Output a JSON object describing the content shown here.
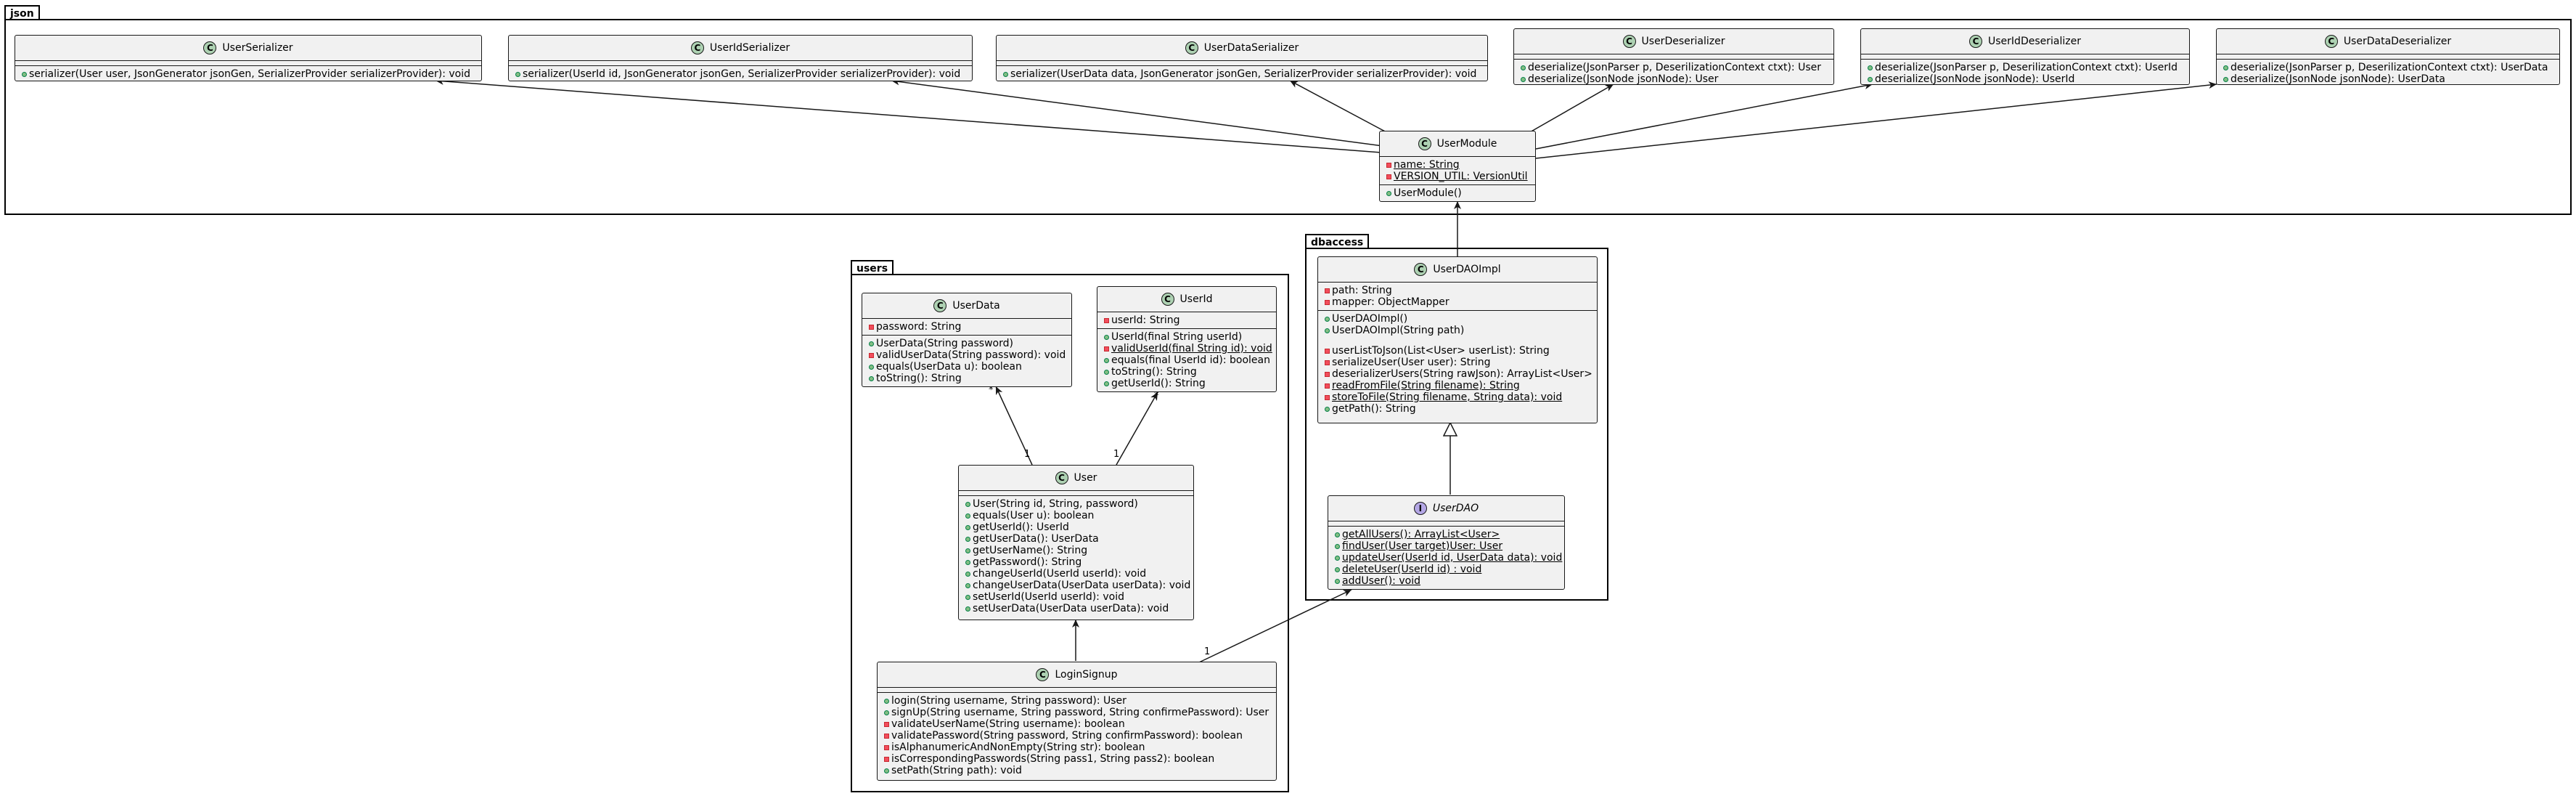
{
  "packages": {
    "json": "json",
    "users": "users",
    "dbaccess": "dbaccess"
  },
  "classes": {
    "user_serializer": {
      "name": "UserSerializer",
      "methods": [
        "serializer(User user, JsonGenerator jsonGen, SerializerProvider serializerProvider): void"
      ]
    },
    "userid_serializer": {
      "name": "UserIdSerializer",
      "methods": [
        "serializer(UserId id, JsonGenerator jsonGen, SerializerProvider serializerProvider): void"
      ]
    },
    "userdata_serializer": {
      "name": "UserDataSerializer",
      "methods": [
        "serializer(UserData data, JsonGenerator jsonGen, SerializerProvider serializerProvider): void"
      ]
    },
    "user_deserializer": {
      "name": "UserDeserializer",
      "methods": [
        "deserialize(JsonParser p, DeserilizationContext ctxt): User",
        "deserialize(JsonNode jsonNode): User"
      ]
    },
    "userid_deserializer": {
      "name": "UserIdDeserializer",
      "methods": [
        "deserialize(JsonParser p, DeserilizationContext ctxt): UserId",
        "deserialize(JsonNode jsonNode): UserId"
      ]
    },
    "userdata_deserializer": {
      "name": "UserDataDeserializer",
      "methods": [
        "deserialize(JsonParser p, DeserilizationContext ctxt): UserData",
        "deserialize(JsonNode jsonNode): UserData"
      ]
    },
    "user_module": {
      "name": "UserModule",
      "fields": [
        "name: String",
        "VERSION_UTIL: VersionUtil"
      ],
      "methods": [
        "UserModule()"
      ]
    },
    "user_data": {
      "name": "UserData",
      "fields": [
        "password: String"
      ],
      "methods": [
        "UserData(String password)",
        "validUserData(String password): void",
        "equals(UserData u): boolean",
        "toString(): String"
      ]
    },
    "user_id": {
      "name": "UserId",
      "fields": [
        "userId: String"
      ],
      "methods": [
        "UserId(final String userId)",
        "validUserId(final String id): void",
        "equals(final UserId id): boolean",
        "toString(): String",
        "getUserId(): String"
      ]
    },
    "user": {
      "name": "User",
      "methods": [
        "User(String id, String, password)",
        "equals(User u): boolean",
        "getUserId(): UserId",
        "getUserData(): UserData",
        "getUserName(): String",
        "getPassword(): String",
        "changeUserId(UserId userId): void",
        "changeUserData(UserData userData): void",
        "setUserId(UserId userId): void",
        "setUserData(UserData userData): void"
      ]
    },
    "login_signup": {
      "name": "LoginSignup",
      "methods": [
        "login(String username, String password): User",
        "signUp(String username, String password, String confirmePassword): User",
        "validateUserName(String username): boolean",
        "validatePassword(String password, String confirmPassword): boolean",
        "isAlphanumericAndNonEmpty(String str): boolean",
        "isCorrespondingPasswords(String pass1, String pass2): boolean",
        "setPath(String path): void"
      ]
    },
    "user_dao_impl": {
      "name": "UserDAOImpl",
      "fields": [
        "path: String",
        "mapper: ObjectMapper"
      ],
      "ctors": [
        "UserDAOImpl()",
        "UserDAOImpl(String path)"
      ],
      "methods": [
        "userListToJson(List<User> userList): String",
        "serializeUser(User user): String",
        "deserializerUsers(String rawJson): ArrayList<User>",
        "readFromFile(String filename): String",
        "storeToFile(String filename, String data): void",
        "getPath(): String"
      ]
    },
    "user_dao": {
      "name": "UserDAO",
      "methods": [
        "getAllUsers(): ArrayList<User>",
        "findUser(User target)User: User",
        "updateUser(UserId id, UserData data): void",
        "deleteUser(UserId id) : void",
        "addUser(): void"
      ]
    }
  },
  "multiplicities": {
    "user_data_end": "*",
    "user_to_data": "1",
    "user_id_end": "*",
    "user_to_id": "1",
    "login_to_dao": "1"
  },
  "colors": {
    "class_bg": "#f1f1f1",
    "class_badge": "#add1b2",
    "interface_badge": "#b4a7e5",
    "public_marker": "#84be84",
    "private_marker": "#f24d5c"
  }
}
